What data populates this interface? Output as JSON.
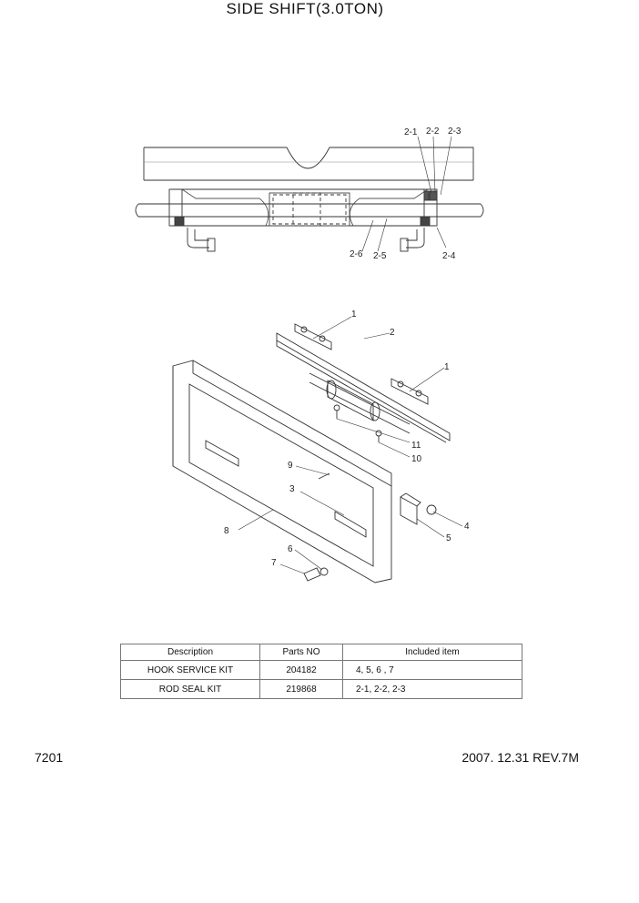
{
  "title": "SIDE SHIFT(3.0TON)",
  "callouts": {
    "c2_1": "2-1",
    "c2_2": "2-2",
    "c2_3": "2-3",
    "c2_4": "2-4",
    "c2_5": "2-5",
    "c2_6": "2-6",
    "c1a": "1",
    "c1b": "1",
    "c2": "2",
    "c3": "3",
    "c4": "4",
    "c5": "5",
    "c6": "6",
    "c7": "7",
    "c8": "8",
    "c9": "9",
    "c10": "10",
    "c11": "11"
  },
  "kits_table": {
    "headers": [
      "Description",
      "Parts NO",
      "Included item"
    ],
    "rows": [
      {
        "description": "HOOK SERVICE KIT",
        "parts_no": "204182",
        "included": "4, 5, 6 , 7"
      },
      {
        "description": "ROD SEAL KIT",
        "parts_no": "219868",
        "included": "2-1, 2-2, 2-3"
      }
    ]
  },
  "footer": {
    "page_number": "7201",
    "revision": "2007. 12.31  REV.7M"
  }
}
